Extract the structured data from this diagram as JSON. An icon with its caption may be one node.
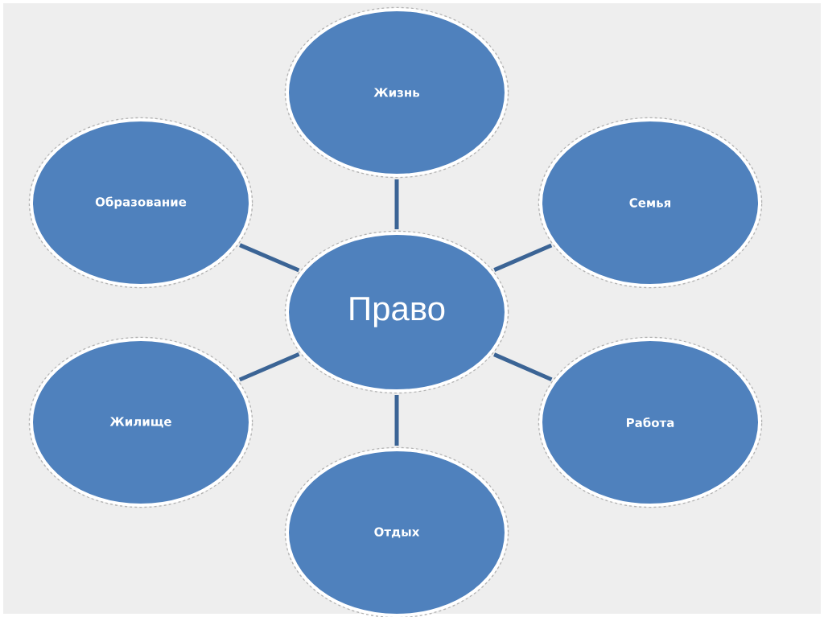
{
  "diagram": {
    "nodes": [
      {
        "text": [
          "Жизнь"
        ]
      },
      {
        "text": [
          "Образование"
        ]
      },
      {
        "text": [
          "Семья"
        ]
      },
      {
        "text": [
          "Право"
        ]
      },
      {
        "text": [
          "Жилище"
        ]
      },
      {
        "text": [
          "Работа"
        ]
      },
      {
        "text": [
          "Отдых"
        ]
      }
    ],
    "edges": [
      {
        "from": 3,
        "to": 0,
        "arrow": "none"
      },
      {
        "from": 3,
        "to": 1,
        "arrow": "none"
      },
      {
        "from": 3,
        "to": 2,
        "arrow": "none"
      },
      {
        "from": 3,
        "to": 4,
        "arrow": "none"
      },
      {
        "from": 3,
        "to": 5,
        "arrow": "none"
      },
      {
        "from": 3,
        "to": 6,
        "arrow": "none"
      }
    ]
  }
}
